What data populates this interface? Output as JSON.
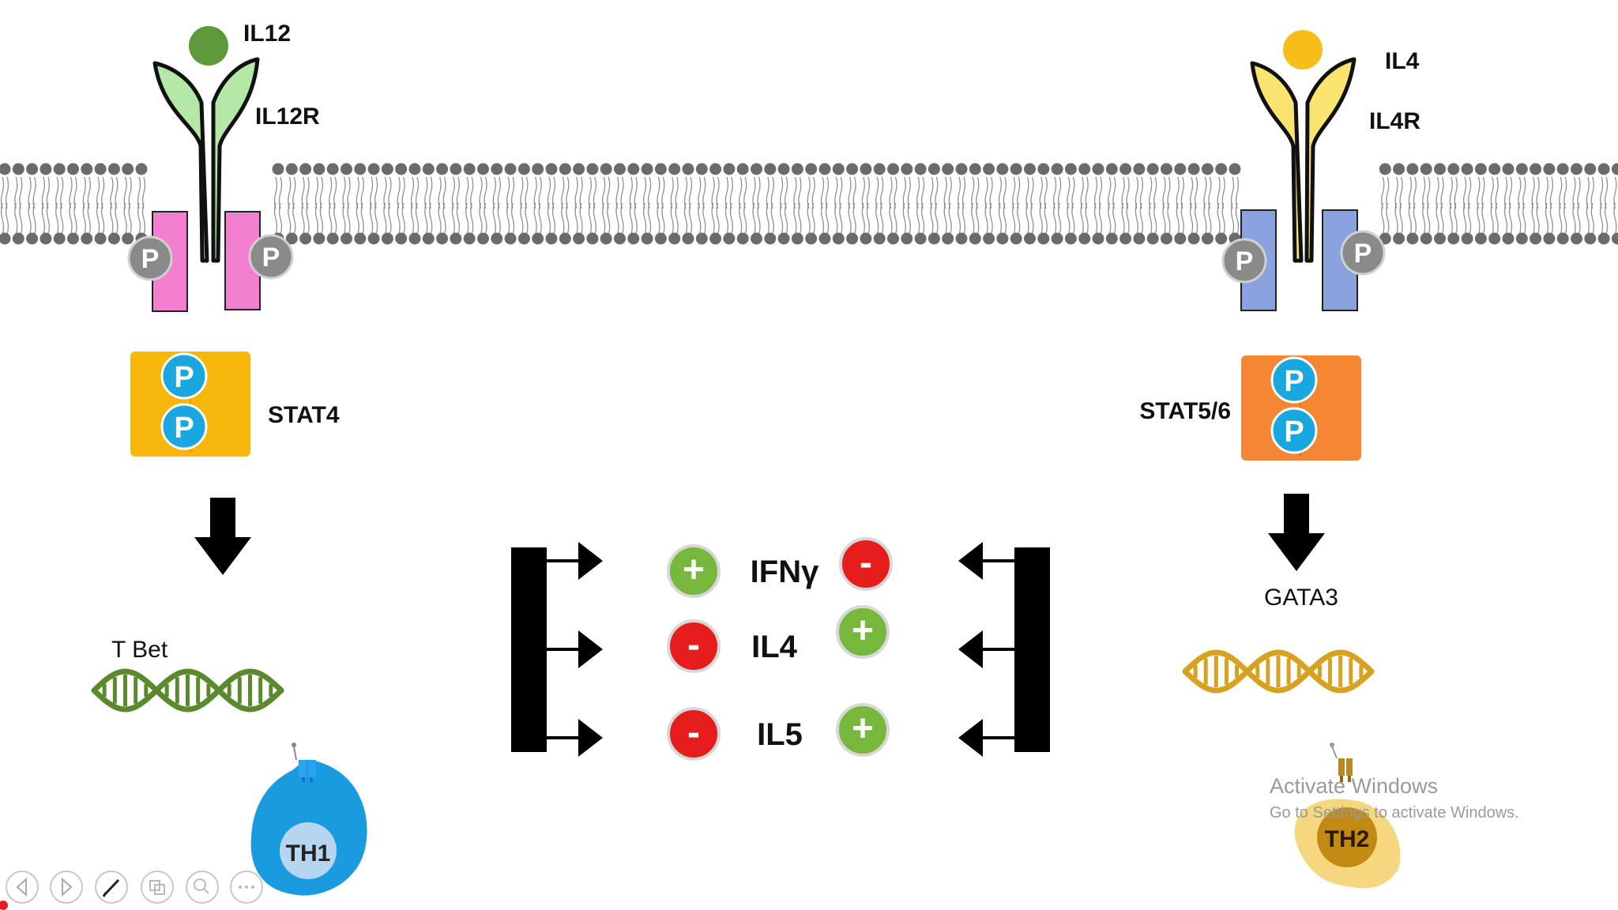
{
  "colors": {
    "il12_ligand": "#5e9a3c",
    "il12_receptor": "#b5e8a7",
    "il4_ligand": "#f7bd19",
    "il4_receptor": "#f9e46f",
    "jak_left": "#f27fd0",
    "jak_right": "#8aa2dd",
    "phospho_gray": "#8a8a8a",
    "phospho_blue": "#1aa7e0",
    "stat4": "#f7b60c",
    "stat56": "#f58633",
    "plus": "#76b83c",
    "minus": "#e51d1d",
    "tbet_dna": "#5b8a2d",
    "gata3_dna": "#d7a21f",
    "th1_cell": "#1a9be0",
    "th1_nucleus": "#b6d6f0",
    "th2_cell": "#f2d069",
    "th2_nucleus": "#c28a12",
    "membrane_head": "#6b6b6b"
  },
  "labels": {
    "il12": "IL12",
    "il12r": "IL12R",
    "il4": "IL4",
    "il4r": "IL4R",
    "p": "P",
    "stat4": "STAT4",
    "stat56": "STAT5/6",
    "tbet": "T Bet",
    "gata3": "GATA3",
    "th1": "TH1",
    "th2": "TH2"
  },
  "cytokines": [
    {
      "name": "IFNγ",
      "th1_effect": "+",
      "th2_effect": "-"
    },
    {
      "name": "IL4",
      "th1_effect": "-",
      "th2_effect": "+"
    },
    {
      "name": "IL5",
      "th1_effect": "-",
      "th2_effect": "+"
    }
  ],
  "watermark": {
    "line1": "Activate Windows",
    "line2": "Go to Settings to activate Windows."
  },
  "controls": [
    {
      "name": "prev",
      "icon": "arrow-left-icon"
    },
    {
      "name": "next",
      "icon": "arrow-right-icon"
    },
    {
      "name": "pen",
      "icon": "pen-icon"
    },
    {
      "name": "slides",
      "icon": "slides-icon"
    },
    {
      "name": "zoom",
      "icon": "magnifier-icon"
    },
    {
      "name": "more",
      "icon": "more-icon"
    }
  ]
}
